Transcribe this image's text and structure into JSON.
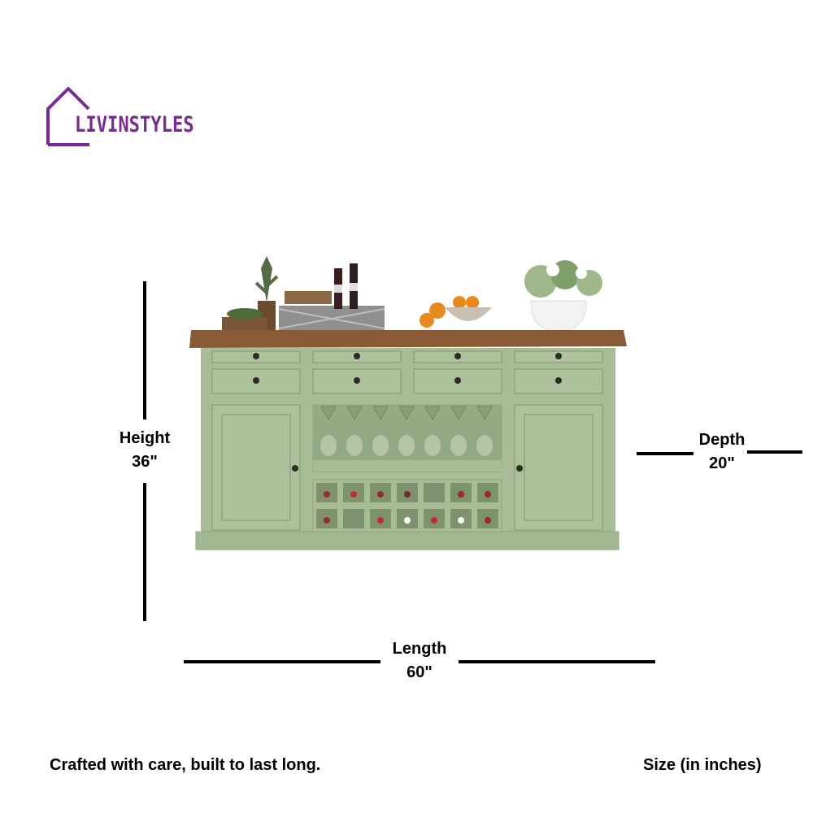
{
  "brand": {
    "name": "LIVINSTYLES",
    "color": "#7a2a97"
  },
  "dimensions": {
    "height": {
      "label": "Height",
      "value": "36\""
    },
    "depth": {
      "label": "Depth",
      "value": "20\""
    },
    "length": {
      "label": "Length",
      "value": "60\""
    }
  },
  "footer": {
    "tagline": "Crafted with care, built to last long.",
    "size_note": "Size (in inches)"
  },
  "product": {
    "image": "green-wine-sideboard",
    "body_color": "#a8bd97",
    "top_color": "#8a5a36"
  }
}
